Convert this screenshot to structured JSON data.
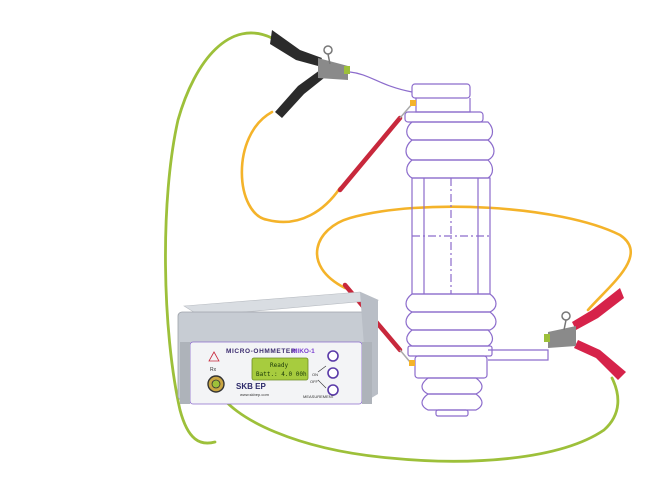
{
  "device": {
    "title": "MICRO-OHMMETER",
    "model": "MIKO-1",
    "lcd_line1": "Ready",
    "lcd_line2": "Batt.: 4.0 00h",
    "brand": "SKB EP",
    "url": "www.skbep.com",
    "port_label": "Rx",
    "btn_on": "ON",
    "btn_off": "OFF",
    "btn_measurement": "MEASUREMENT"
  },
  "colors": {
    "current_lead": "#9dc03a",
    "potential_lead": "#f4b32a",
    "probe": "#c8283c",
    "bushing_outline": "#8c6ccc",
    "clamp_black": "#2b2b2b",
    "clamp_red": "#d6234a"
  }
}
